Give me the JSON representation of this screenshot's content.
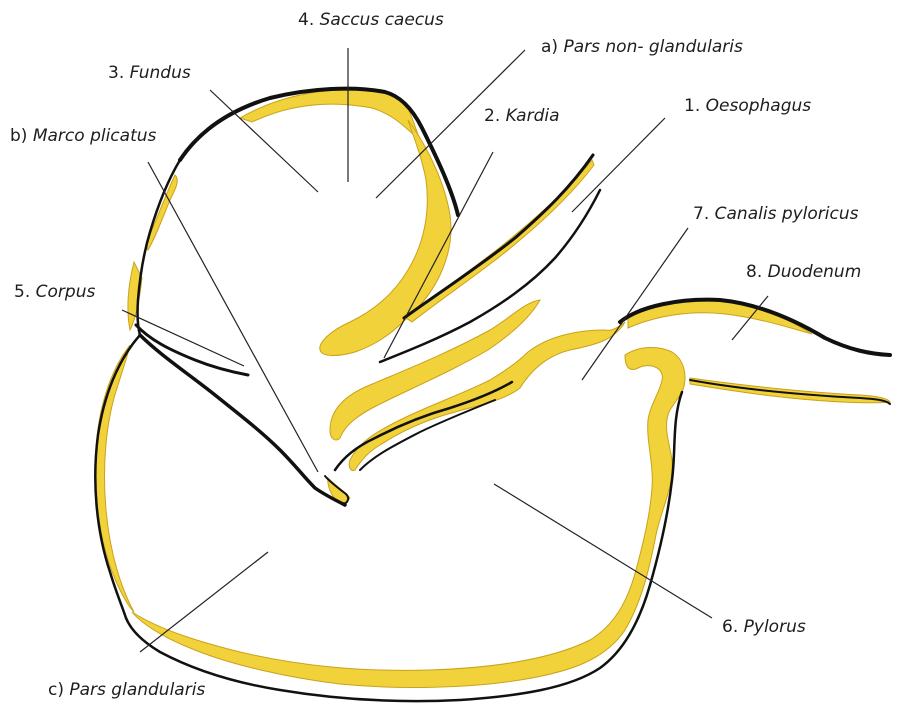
{
  "labels": {
    "saccus_caecus": {
      "num": "4.",
      "name": "Saccus caecus"
    },
    "pars_non_glandularis": {
      "num": "a)",
      "name": "Pars non- glandularis"
    },
    "fundus": {
      "num": "3.",
      "name": "Fundus"
    },
    "kardia": {
      "num": "2.",
      "name": "Kardia"
    },
    "oesophagus": {
      "num": "1.",
      "name": "Oesophagus"
    },
    "margo_plicatus": {
      "num": "b)",
      "name": "Marco plicatus"
    },
    "canalis_pyloricus": {
      "num": "7.",
      "name": "Canalis pyloricus"
    },
    "duodenum": {
      "num": "8.",
      "name": "Duodenum"
    },
    "corpus": {
      "num": "5.",
      "name": "Corpus"
    },
    "pylorus": {
      "num": "6.",
      "name": "Pylorus"
    },
    "pars_glandularis": {
      "num": "c)",
      "name": "Pars glandularis"
    }
  },
  "colors": {
    "outline": "#111111",
    "mucosa_yellow": "#f2d23a",
    "mucosa_edge": "#c9a21a",
    "leader": "#222222",
    "background": "#ffffff"
  }
}
